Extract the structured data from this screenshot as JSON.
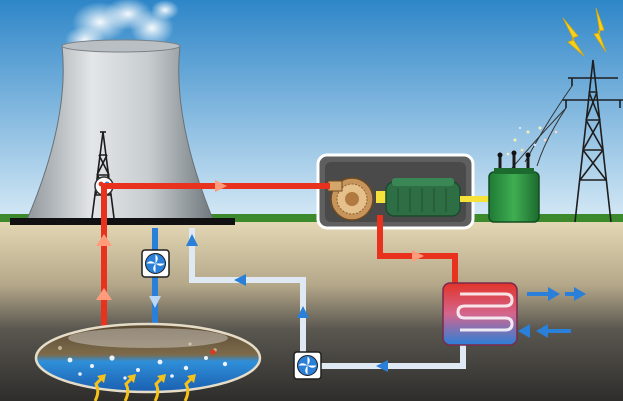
{
  "diagram": {
    "type": "geothermal-power-plant-schematic",
    "components": [
      {
        "id": "cooling-tower",
        "icon": "cooling-tower"
      },
      {
        "id": "drilling-derrick",
        "icon": "derrick-icon"
      },
      {
        "id": "turbine-generator",
        "icon": "turbine-icon"
      },
      {
        "id": "transformer",
        "icon": "transformer-icon"
      },
      {
        "id": "transmission-pylon",
        "icon": "pylon-icon"
      },
      {
        "id": "heat-exchanger",
        "icon": "heat-exchanger-icon"
      },
      {
        "id": "injection-pump",
        "icon": "pump-fan-icon"
      },
      {
        "id": "circulation-pump",
        "icon": "pump-fan-icon"
      },
      {
        "id": "geothermal-reservoir",
        "icon": "reservoir"
      }
    ],
    "flows": [
      {
        "id": "hot-steam-flow",
        "color": "#e8321e"
      },
      {
        "id": "cold-water-flow",
        "color": "#2a7fd8"
      },
      {
        "id": "return-water-pipe",
        "color": "#dfe9f3"
      },
      {
        "id": "electric-output",
        "color": "#f6e23a"
      }
    ]
  },
  "colors": {
    "sky_top": "#2e86c8",
    "sky_bottom": "#d7eaf6",
    "grass": "#3c8a2c",
    "ground": "#d7c9a3",
    "underground": "#3d3c39",
    "hot_pipe": "#e8321e",
    "cold_pipe": "#2a7fd8",
    "lightning": "#f6d21a"
  }
}
